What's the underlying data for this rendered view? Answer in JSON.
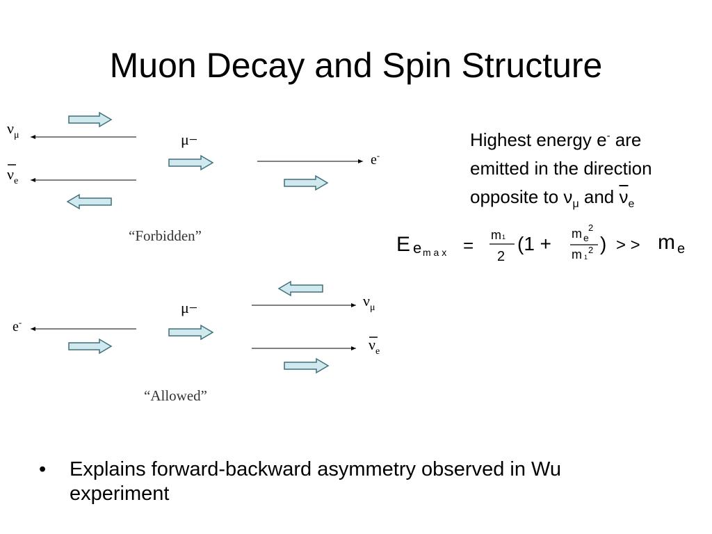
{
  "title": "Muon Decay and Spin Structure",
  "diagram": {
    "forbidden": {
      "nu_mu": "ν",
      "nu_mu_sub": "μ",
      "nubar_e": "ν",
      "nubar_e_sub": "e",
      "muon": "μ−",
      "electron": "e",
      "electron_sup": "-",
      "caption": "“Forbidden”"
    },
    "allowed": {
      "muon": "μ−",
      "electron": "e",
      "electron_sup": "-",
      "nu_mu": "ν",
      "nu_mu_sub": "μ",
      "nubar_e": "ν",
      "nubar_e_sub": "e",
      "caption": "“Allowed”"
    }
  },
  "note": {
    "line1_a": "Highest energy e",
    "line1_sup": "-",
    "line1_b": " are",
    "line2": "emitted in the direction",
    "line3_a": "opposite to ν",
    "line3_sub": "μ",
    "line3_b": " and ",
    "line3_nu": "ν",
    "line3_sub2": "e"
  },
  "formula": {
    "E": "E",
    "E_sub": "e",
    "E_subsub": "m a x",
    "eq": "=",
    "num1": "m",
    "num1_sub": "1",
    "den1": "2",
    "open": "(1 +",
    "num2": "m",
    "num2_sub": "e",
    "num2_sup": "2",
    "den2": "m",
    "den2_sub": "1",
    "den2_sup": "2",
    "close": ")",
    "gtgt": "> >",
    "me": "m",
    "me_sub": "e"
  },
  "bullets": [
    "Explains forward-backward asymmetry observed in Wu experiment"
  ],
  "colors": {
    "arrow_fill": "#cfe9ef",
    "arrow_stroke": "#3f6f78"
  }
}
